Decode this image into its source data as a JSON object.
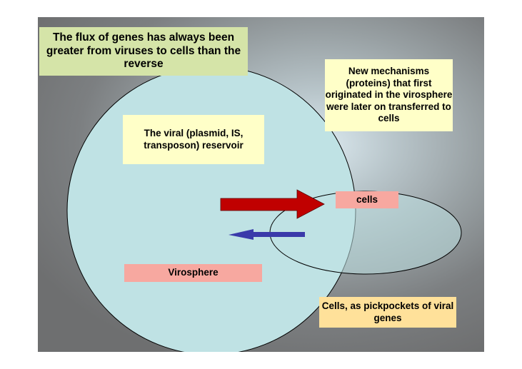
{
  "texts": {
    "flux_title": "The flux of genes has always been greater from viruses to cells than the reverse",
    "mechanisms": "New mechanisms (proteins) that first originated in the virosphere were later on transferred to cells",
    "reservoir": "The viral (plasmid, IS, transposon) reservoir",
    "cells": "cells",
    "virosphere": "Virosphere",
    "pickpockets": "Cells, as pickpockets of viral genes"
  },
  "colors": {
    "virosphere_fill": "#bfe2e4",
    "cells_fill": "#bfe2e4",
    "outline": "#000000",
    "virus_to_cell_arrow": "#c00000",
    "cell_to_virus_arrow": "#3a3aaa"
  }
}
